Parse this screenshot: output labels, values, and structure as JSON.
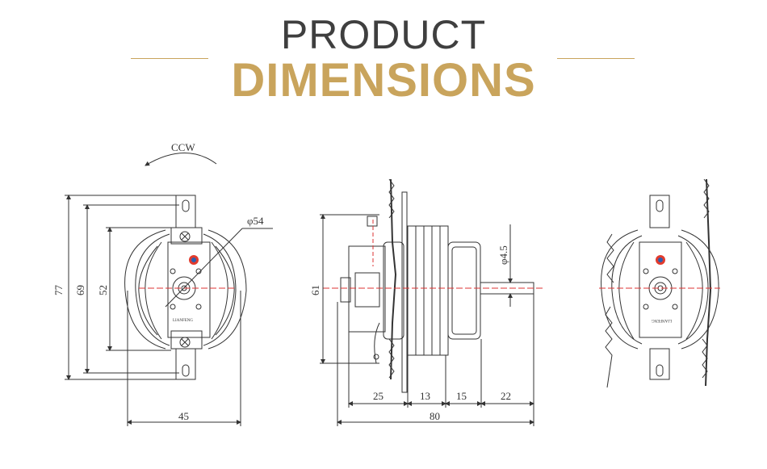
{
  "header": {
    "line1": "PRODUCT",
    "line2": "DIMENSIONS",
    "accent": "#c9a45c"
  },
  "front_view": {
    "rotation_label": "CCW",
    "diameter_label": "φ54",
    "height_outer": "77",
    "height_mid": "69",
    "height_inner": "52",
    "width": "45",
    "brand_mark": "LIANFENG"
  },
  "side_view": {
    "height": "61",
    "shaft_diameter": "φ4.5",
    "seg1": "25",
    "seg2": "13",
    "seg3": "15",
    "seg4": "22",
    "total": "80"
  },
  "rear_view": {
    "brand_mark": "LIANFENG"
  }
}
